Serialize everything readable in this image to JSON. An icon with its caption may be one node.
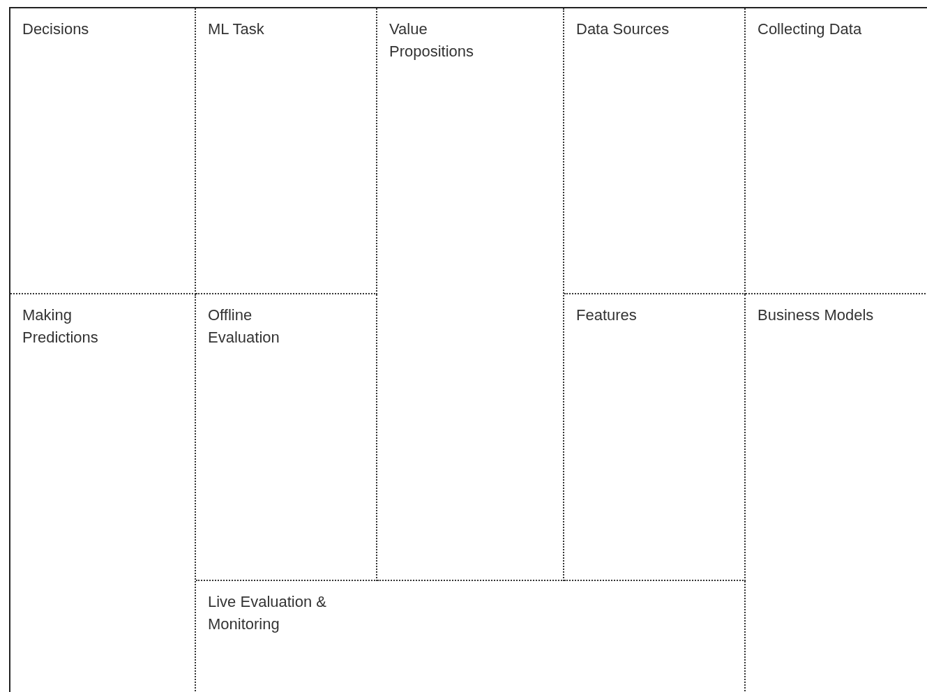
{
  "diagram": {
    "nodes": [
      {
        "text": [
          "Decisions"
        ]
      },
      {
        "text": [
          "ML Task"
        ]
      },
      {
        "text": [
          "Value Propositions"
        ]
      },
      {
        "text": [
          "Data Sources"
        ]
      },
      {
        "text": [
          "Collecting Data"
        ]
      },
      {
        "text": [
          "Making Predictions"
        ]
      },
      {
        "text": [
          "Offline Evaluation"
        ]
      },
      {
        "text": [
          "Features"
        ]
      },
      {
        "text": [
          "Business Models"
        ]
      },
      {
        "text": [
          "Live Evaluation & Monitoring"
        ]
      }
    ]
  }
}
